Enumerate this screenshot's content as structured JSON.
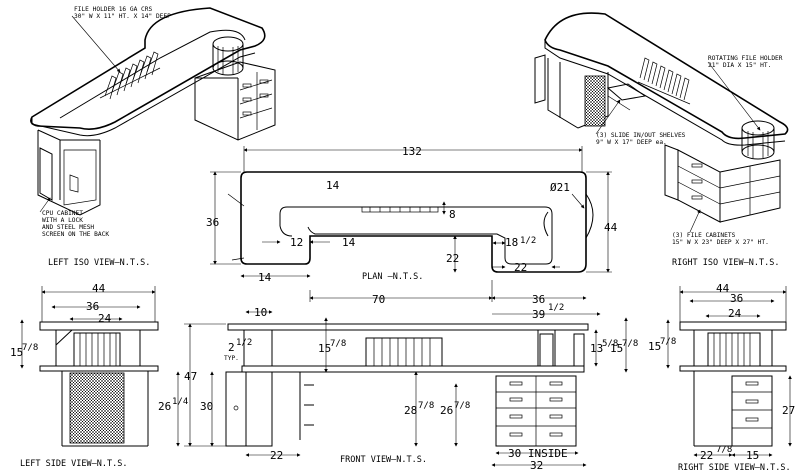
{
  "views": {
    "left_iso": {
      "title": "LEFT ISO VIEW–N.T.S.",
      "note_file_holder": [
        "FILE HOLDER 16 GA CRS",
        "30\" W X 11\" HT. X 14\" DEEP"
      ],
      "note_cpu": [
        "CPU CABINET",
        "WITH A LOCK",
        "AND STEEL MESH",
        "SCREEN ON THE BACK"
      ]
    },
    "right_iso": {
      "title": "RIGHT ISO VIEW–N.T.S.",
      "note_rotating": [
        "ROTATING FILE HOLDER",
        "21\" DIA X  15\" HT."
      ],
      "note_shelves": [
        "(3) SLIDE IN/OUT SHELVES",
        "9\" W X 17\" DEEP ea."
      ],
      "note_cabinets": [
        "(3) FILE CABINETS",
        "15\" W X  23\" DEEP X 27\" HT."
      ]
    },
    "plan": {
      "title": "PLAN –N.T.S.",
      "dims": {
        "overall_width": "132",
        "top_depth": "14",
        "left_depth": "36",
        "right_depth": "44",
        "diameter": "Ø21",
        "slot_depth": "8",
        "left_return_top": "12",
        "left_return_inner": "14",
        "right_return_width": "18",
        "right_return_frac": "1/2",
        "right_return_depth": "22",
        "inner_well_depth": "22",
        "left_bottom": "14",
        "left_span": "70",
        "right_span": "36",
        "right_outer": "39",
        "right_outer_frac": "1/2"
      }
    },
    "left_side": {
      "title": "LEFT SIDE VIEW–N.T.S.",
      "dims": {
        "overall": "44",
        "top": "36",
        "inner": "24",
        "upper_ht": "15",
        "upper_frac": "7/8",
        "lower_ht": "26",
        "lower_frac": "1/4"
      }
    },
    "front": {
      "title": "FRONT VIEW–N.T.S.",
      "dims": {
        "top_left": "10",
        "typ_num": "2",
        "typ_frac": "1/2",
        "typ_label": "TYP.",
        "upper_ht": "15",
        "upper_frac": "7/8",
        "overall_ht": "47",
        "cpu_ht": "30",
        "center_ht": "28",
        "center_frac": "7/8",
        "center2_ht": "26",
        "center2_frac": "7/8",
        "right_upper": "13",
        "right_upper_frac": "5/8",
        "right_upper2": "15",
        "right_upper2_frac": "7/8",
        "bottom_left": "22",
        "inside": "30 INSIDE",
        "bottom_right": "32"
      }
    },
    "right_side": {
      "title": "RIGHT SIDE VIEW–N.T.S.",
      "dims": {
        "overall": "44",
        "top": "36",
        "inner": "24",
        "upper_ht": "15",
        "upper_frac": "7/8",
        "cab_ht": "27",
        "bottom_left": "22",
        "bottom_left_frac": "7/8",
        "bottom_right": "15"
      }
    }
  }
}
